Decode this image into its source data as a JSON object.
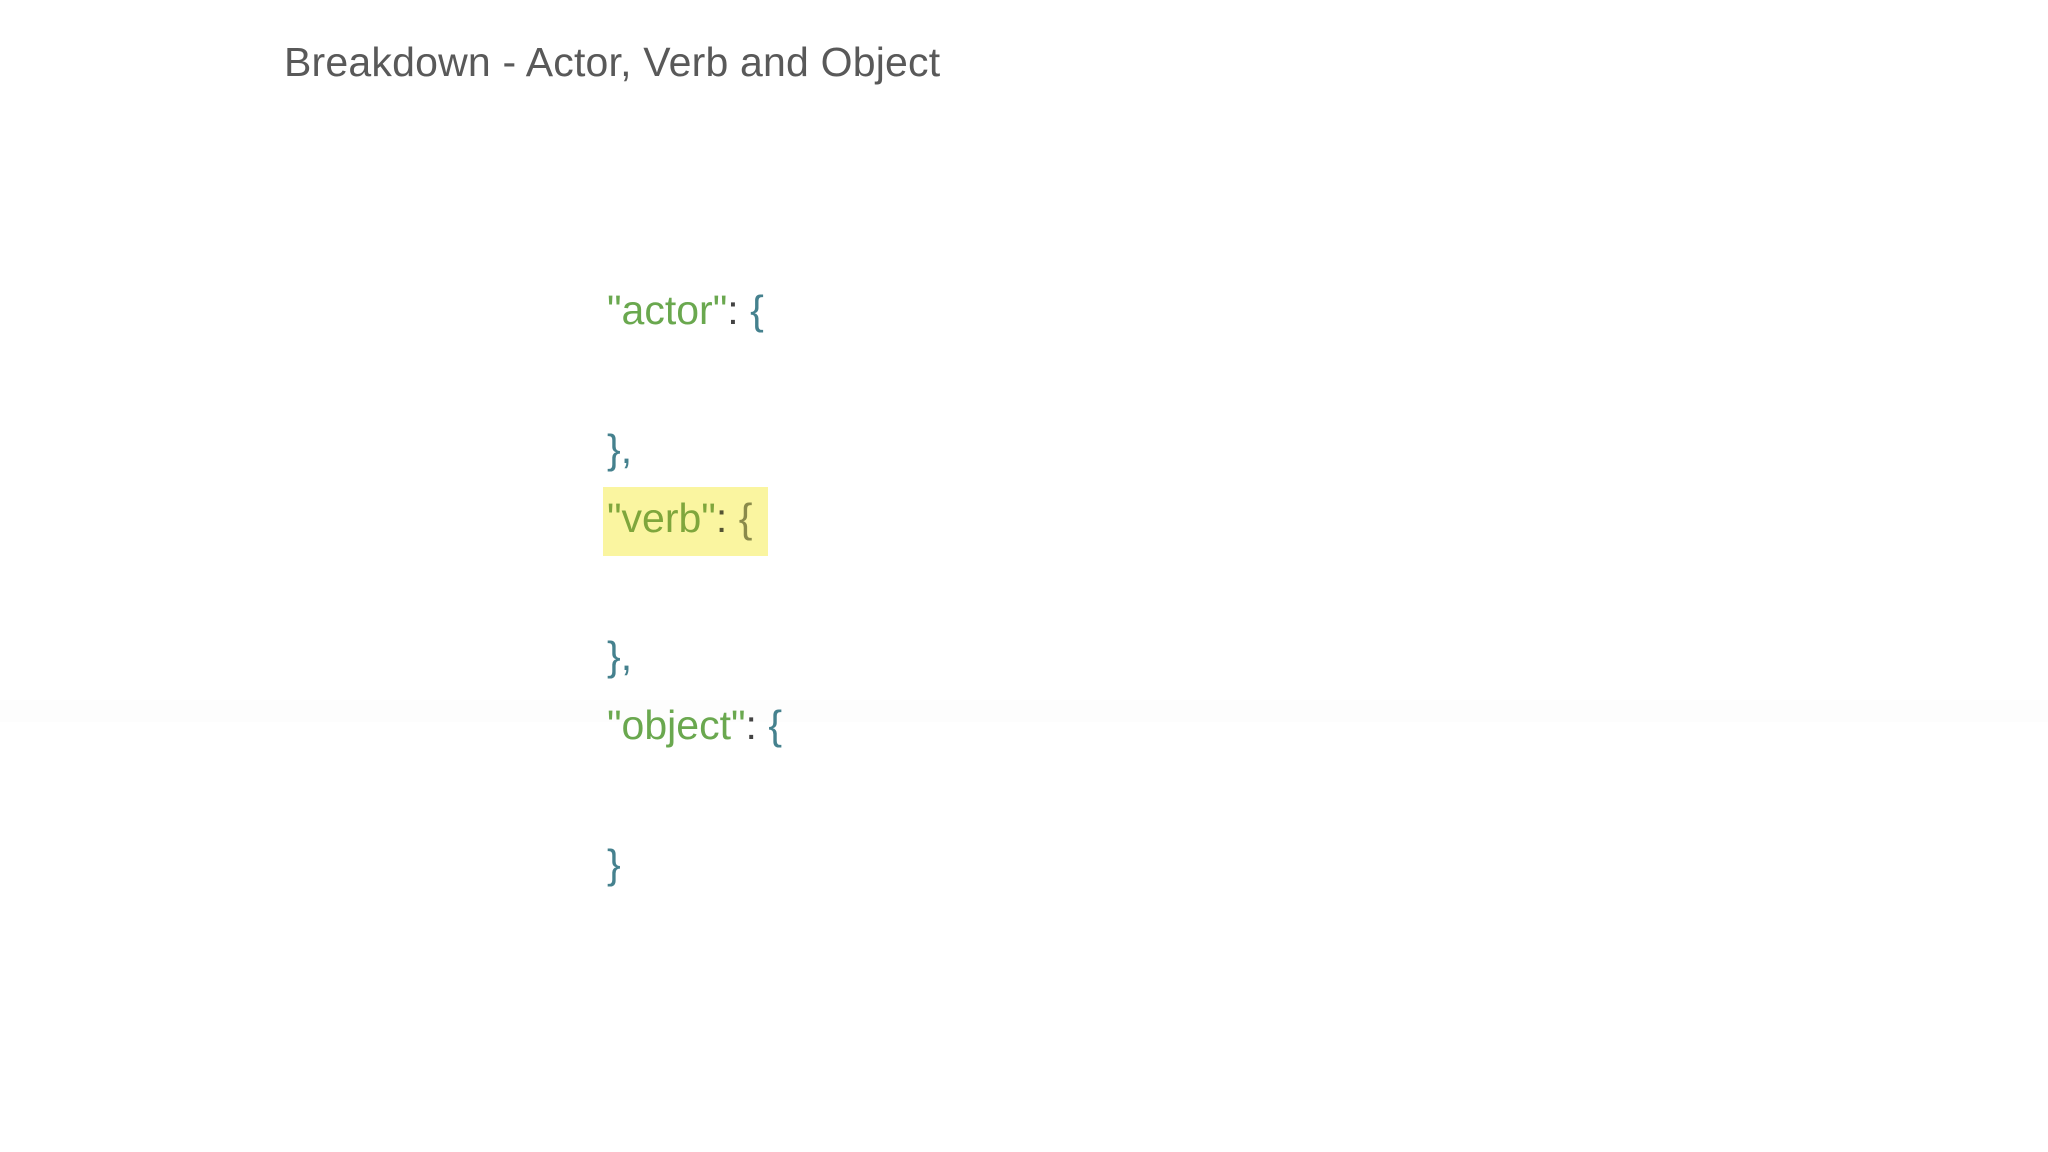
{
  "slide": {
    "title": "Breakdown - Actor, Verb and Object",
    "background_color": "#ffffff",
    "title_color": "#595959"
  },
  "colors": {
    "key_green": "#6aa84f",
    "colon_dark": "#434343",
    "brace_teal": "#45818e",
    "highlight_yellow": "#faf5a0",
    "highlight_key_olive": "#7fa63c"
  },
  "code": {
    "language": "json",
    "lines": [
      {
        "id": "actor-open",
        "key": "\"actor\"",
        "colon": ":",
        "brace": "{",
        "highlighted": false
      },
      {
        "id": "actor-body",
        "key": "",
        "colon": "",
        "brace": "",
        "highlighted": false
      },
      {
        "id": "actor-close",
        "key": "",
        "colon": "",
        "brace": "},",
        "highlighted": false
      },
      {
        "id": "verb-open",
        "key": "\"verb\"",
        "colon": ":",
        "brace": "{",
        "highlighted": true
      },
      {
        "id": "verb-body",
        "key": "",
        "colon": "",
        "brace": "",
        "highlighted": false
      },
      {
        "id": "verb-close",
        "key": "",
        "colon": "",
        "brace": "},",
        "highlighted": false
      },
      {
        "id": "object-open",
        "key": "\"object\"",
        "colon": ":",
        "brace": "{",
        "highlighted": false
      },
      {
        "id": "object-body",
        "key": "",
        "colon": "",
        "brace": "",
        "highlighted": false
      },
      {
        "id": "object-close",
        "key": "",
        "colon": "",
        "brace": "}",
        "highlighted": false
      }
    ],
    "full_text": "\"actor\": {\n\n},\n\"verb\": {\n\n},\n\"object\": {\n\n}"
  }
}
